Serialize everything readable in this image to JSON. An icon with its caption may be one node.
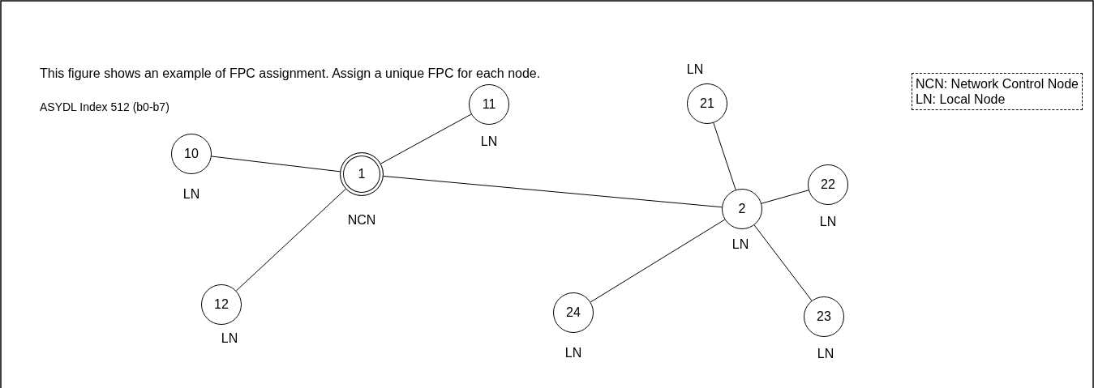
{
  "diagram": {
    "title": "This figure shows an example of FPC assignment. Assign a unique FPC for each node.",
    "nodes": [
      {
        "text": [
          "1"
        ],
        "beside": [
          "NCN"
        ]
      },
      {
        "text": [
          "10"
        ],
        "beside": [
          "LN"
        ]
      },
      {
        "text": [
          "11"
        ],
        "beside": [
          "LN"
        ]
      },
      {
        "text": [
          "12"
        ],
        "beside": [
          "LN"
        ]
      },
      {
        "text": [
          "2"
        ],
        "beside": [
          "LN"
        ]
      },
      {
        "text": [
          "21"
        ],
        "beside": [
          "LN"
        ]
      },
      {
        "text": [
          "22"
        ],
        "beside": [
          "LN"
        ]
      },
      {
        "text": [
          "23"
        ],
        "beside": [
          "LN"
        ]
      },
      {
        "text": [
          "24"
        ],
        "beside": [
          "LN"
        ]
      }
    ],
    "edges": [
      {
        "from": 0,
        "to": 1,
        "arrow": "none"
      },
      {
        "from": 0,
        "to": 2,
        "arrow": "none"
      },
      {
        "from": 0,
        "to": 3,
        "arrow": "none"
      },
      {
        "from": 0,
        "to": 4,
        "arrow": "none"
      },
      {
        "from": 4,
        "to": 5,
        "arrow": "none"
      },
      {
        "from": 4,
        "to": 6,
        "arrow": "none"
      },
      {
        "from": 4,
        "to": 7,
        "arrow": "none"
      },
      {
        "from": 4,
        "to": 8,
        "arrow": "none"
      }
    ],
    "labels": [
      "ASYDL Index 512 (b0-b7)"
    ],
    "legend": [
      {
        "text": "NCN: Network Control Node"
      },
      {
        "text": "LN: Local Node"
      }
    ]
  }
}
